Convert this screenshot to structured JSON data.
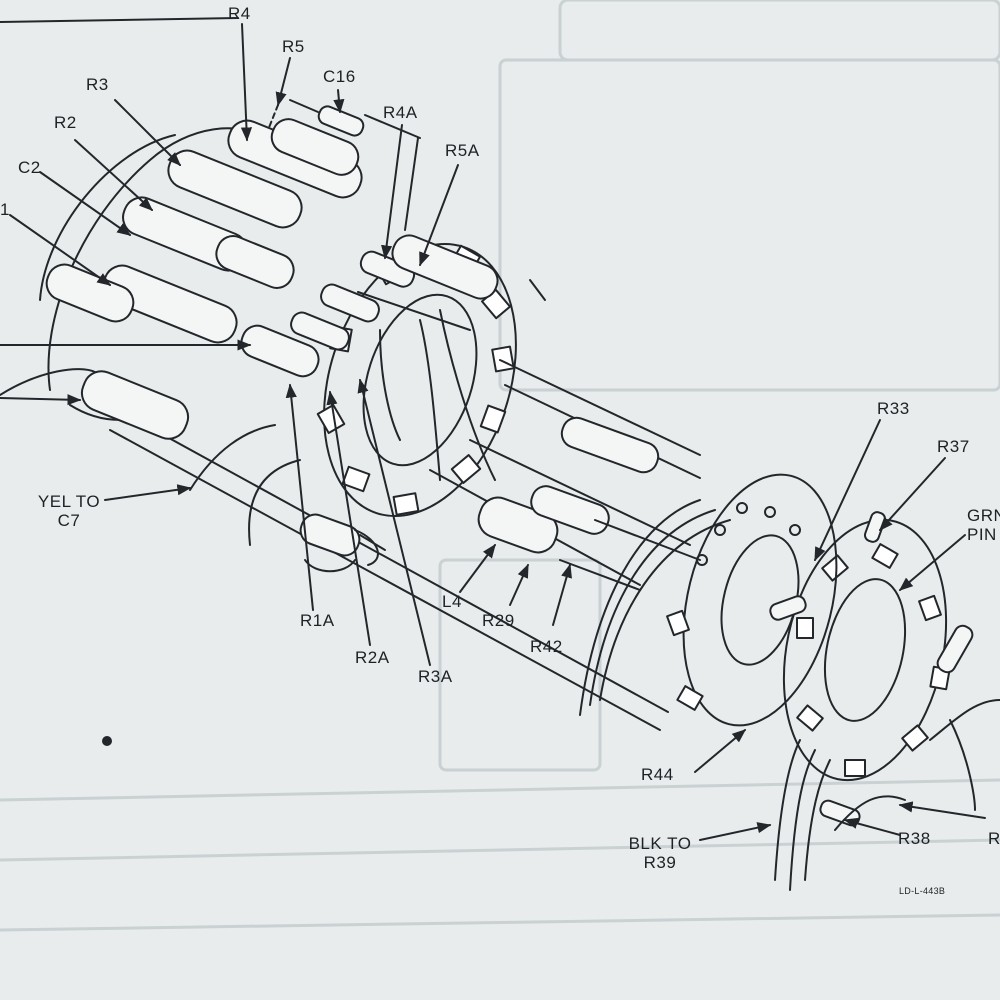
{
  "colors": {
    "paper": "#e8ecec",
    "ink": "#23272b",
    "faint": "#c9d1d3"
  },
  "labels": {
    "r4": "R4",
    "r5": "R5",
    "r3": "R3",
    "c16": "C16",
    "r2": "R2",
    "r4a": "R4A",
    "c2": "C2",
    "r5a": "R5A",
    "r1": "1",
    "yel_1": "YEL TO",
    "yel_2": "C7",
    "r1a": "R1A",
    "r2a": "R2A",
    "r3a": "R3A",
    "l4": "L4",
    "r29": "R29",
    "r42": "R42",
    "r33": "R33",
    "r37": "R37",
    "grn_1": "GRN",
    "grn_2": "PIN",
    "r44": "R44",
    "blk_1": "BLK TO",
    "blk_2": "R39",
    "r38": "R38",
    "r_edge": "R",
    "code": "LD-L-443B"
  }
}
